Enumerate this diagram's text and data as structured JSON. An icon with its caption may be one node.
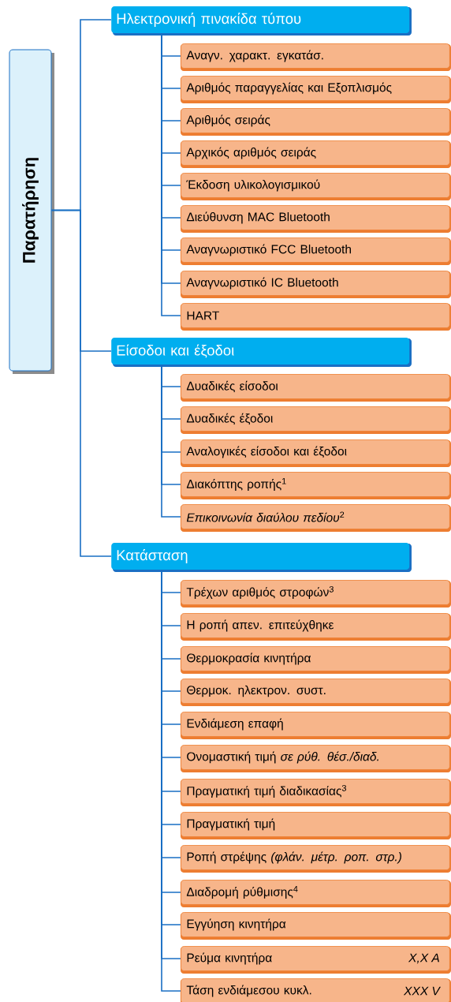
{
  "diagram": {
    "nodes": [
      {
        "text": [
          "Παρατήρηση"
        ]
      },
      {
        "text": [
          "Ηλεκτρονική πινακίδα τύπου"
        ]
      },
      {
        "text": [
          "Αναγν. χαρακτ. εγκατάσ."
        ]
      },
      {
        "text": [
          "Αριθμός παραγγελίας και Εξοπλισμός"
        ]
      },
      {
        "text": [
          "Αριθμός σειράς"
        ]
      },
      {
        "text": [
          "Αρχικός αριθμός σειράς"
        ]
      },
      {
        "text": [
          "Έκδοση υλικολογισμικού"
        ]
      },
      {
        "text": [
          "Διεύθυνση MAC Bluetooth"
        ]
      },
      {
        "text": [
          "Αναγνωριστικό FCC Bluetooth"
        ]
      },
      {
        "text": [
          "Αναγνωριστικό IC Bluetooth"
        ]
      },
      {
        "text": [
          "HART"
        ]
      },
      {
        "text": [
          "Είσοδοι και έξοδοι"
        ]
      },
      {
        "text": [
          "Δυαδικές είσοδοι"
        ]
      },
      {
        "text": [
          "Δυαδικές έξοδοι"
        ]
      },
      {
        "text": [
          "Αναλογικές είσοδοι και έξοδοι"
        ]
      },
      {
        "text": [
          "Διακόπτης ροπής$^{1}$"
        ]
      },
      {
        "text": [
          "*Επικοινωνία διαύλου πεδίου*$^{2}$"
        ]
      },
      {
        "text": [
          "Κατάσταση"
        ]
      },
      {
        "text": [
          "Τρέχων αριθμός στροφών$^{3}$"
        ]
      },
      {
        "text": [
          "Η ροπή απεν. επιτεύχθηκε"
        ]
      },
      {
        "text": [
          "Θερμοκρασία κινητήρα"
        ]
      },
      {
        "text": [
          "Θερμοκ. ηλεκτρον. συστ."
        ]
      },
      {
        "text": [
          "Ενδιάμεση επαφή"
        ]
      },
      {
        "text": [
          "Ονομαστική τιμή *σε ρύθ. θέσ./διαδ.*"
        ]
      },
      {
        "text": [
          "Πραγματική τιμή διαδικασίας$^{3}$"
        ]
      },
      {
        "text": [
          "Πραγματική τιμή"
        ]
      },
      {
        "text": [
          "Ροπή στρέψης *(φλάν. μέτρ. ροπ. στρ.)*"
        ]
      },
      {
        "text": [
          "Διαδρομή ρύθμισης$^{4}$"
        ]
      },
      {
        "text": [
          "Εγγύηση κινητήρα"
        ]
      },
      {
        "text": [
          "Ρεύμα κινητήρα",
          "X,X A"
        ]
      },
      {
        "text": [
          "Τάση ενδιάμεσου κυκλ.",
          "XXX V"
        ]
      }
    ],
    "edges": [
      {
        "from": 0,
        "to": 1,
        "arrow": "none"
      },
      {
        "from": 0,
        "to": 11,
        "arrow": "none"
      },
      {
        "from": 0,
        "to": 17,
        "arrow": "none"
      },
      {
        "from": 1,
        "to": 2,
        "arrow": "none"
      },
      {
        "from": 1,
        "to": 3,
        "arrow": "none"
      },
      {
        "from": 1,
        "to": 4,
        "arrow": "none"
      },
      {
        "from": 1,
        "to": 5,
        "arrow": "none"
      },
      {
        "from": 1,
        "to": 6,
        "arrow": "none"
      },
      {
        "from": 1,
        "to": 7,
        "arrow": "none"
      },
      {
        "from": 1,
        "to": 8,
        "arrow": "none"
      },
      {
        "from": 1,
        "to": 9,
        "arrow": "none"
      },
      {
        "from": 1,
        "to": 10,
        "arrow": "none"
      },
      {
        "from": 11,
        "to": 12,
        "arrow": "none"
      },
      {
        "from": 11,
        "to": 13,
        "arrow": "none"
      },
      {
        "from": 11,
        "to": 14,
        "arrow": "none"
      },
      {
        "from": 11,
        "to": 15,
        "arrow": "none"
      },
      {
        "from": 11,
        "to": 16,
        "arrow": "none"
      },
      {
        "from": 17,
        "to": 18,
        "arrow": "none"
      },
      {
        "from": 17,
        "to": 19,
        "arrow": "none"
      },
      {
        "from": 17,
        "to": 20,
        "arrow": "none"
      },
      {
        "from": 17,
        "to": 21,
        "arrow": "none"
      },
      {
        "from": 17,
        "to": 22,
        "arrow": "none"
      },
      {
        "from": 17,
        "to": 23,
        "arrow": "none"
      },
      {
        "from": 17,
        "to": 24,
        "arrow": "none"
      },
      {
        "from": 17,
        "to": 25,
        "arrow": "none"
      },
      {
        "from": 17,
        "to": 26,
        "arrow": "none"
      },
      {
        "from": 17,
        "to": 27,
        "arrow": "none"
      },
      {
        "from": 17,
        "to": 28,
        "arrow": "none"
      },
      {
        "from": 17,
        "to": 29,
        "arrow": "none"
      },
      {
        "from": 17,
        "to": 30,
        "arrow": "none"
      }
    ]
  }
}
